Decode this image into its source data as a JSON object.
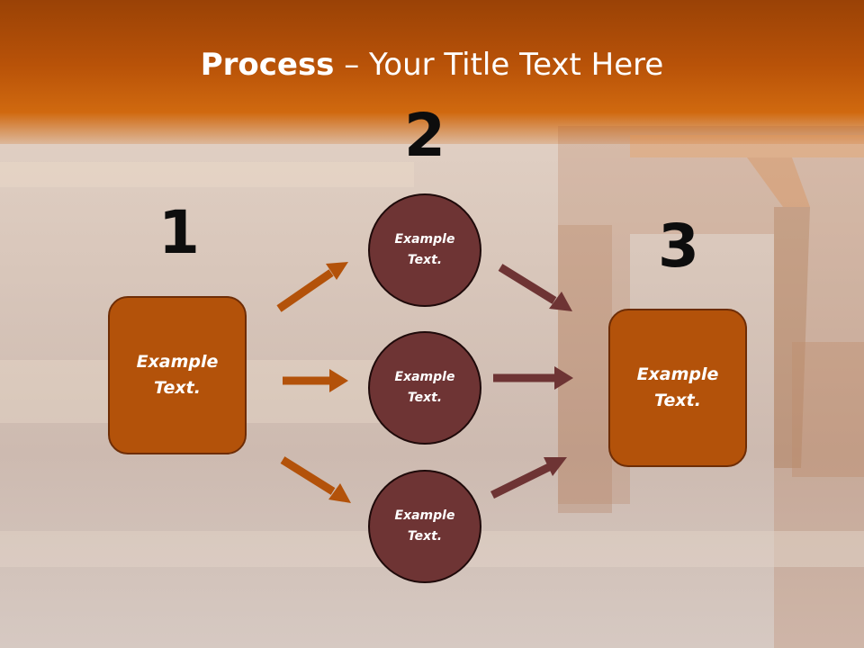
{
  "title": {
    "strong": "Process",
    "rest": " – Your Title Text Here"
  },
  "steps": [
    {
      "number": "1",
      "label": "Example\nText."
    },
    {
      "number": "2",
      "label": "Example\nText."
    },
    {
      "number": "3",
      "label": "Example\nText."
    }
  ],
  "middle_nodes": [
    {
      "label": "Example\nText."
    },
    {
      "label": "Example\nText."
    },
    {
      "label": "Example\nText."
    }
  ],
  "colors": {
    "banner": "#b85208",
    "step_box": "#b3520a",
    "node_circle": "#6e3434",
    "arrow_left": "#b3520a",
    "arrow_right": "#6e3434"
  }
}
